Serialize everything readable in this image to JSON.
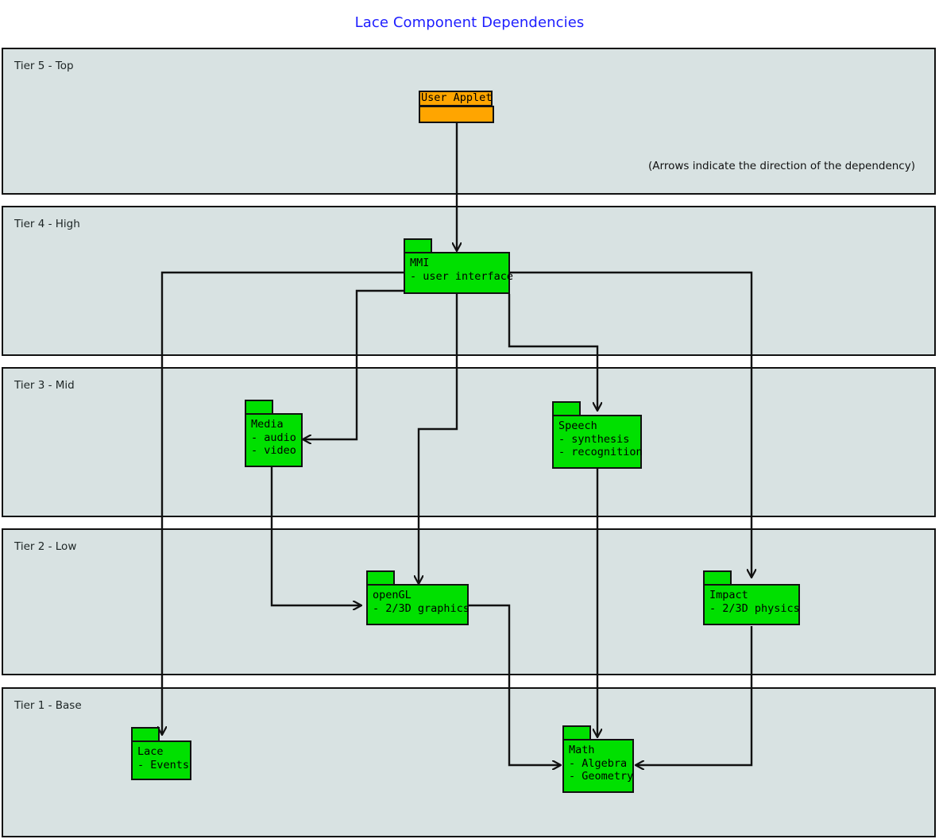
{
  "diagram": {
    "title": "Lace Component Dependencies",
    "title_color": "#1d1dff",
    "note": "(Arrows indicate the direction of the dependency)",
    "background": "#ffffff",
    "tier_fill": "#d8e2e2",
    "tier_stroke": "#111111",
    "package_fill": "#00e000",
    "applet_fill": "#ffa500",
    "wire_color": "#111111"
  },
  "tiers": [
    {
      "id": "tier5",
      "label": "Tier 5 - Top"
    },
    {
      "id": "tier4",
      "label": "Tier 4 - High"
    },
    {
      "id": "tier3",
      "label": "Tier 3 - Mid"
    },
    {
      "id": "tier2",
      "label": "Tier 2 - Low"
    },
    {
      "id": "tier1",
      "label": "Tier 1 - Base"
    }
  ],
  "nodes": {
    "user_applet": {
      "name": "User Applet",
      "tier": "Tier 5 - Top",
      "fill": "#ffa500",
      "lines": [
        "User Applet"
      ]
    },
    "mmi": {
      "name": "MMI",
      "tier": "Tier 4 - High",
      "fill": "#00e000",
      "lines": [
        "MMI",
        "- user interface"
      ],
      "line0": "MMI",
      "line1": "- user interface"
    },
    "media": {
      "name": "Media",
      "tier": "Tier 3 - Mid",
      "fill": "#00e000",
      "lines": [
        "Media",
        "- audio",
        "- video"
      ],
      "line0": "Media",
      "line1": "- audio",
      "line2": "- video"
    },
    "speech": {
      "name": "Speech",
      "tier": "Tier 3 - Mid",
      "fill": "#00e000",
      "lines": [
        "Speech",
        "- synthesis",
        "- recognition"
      ],
      "line0": "Speech",
      "line1": "- synthesis",
      "line2": "- recognition"
    },
    "opengl": {
      "name": "openGL",
      "tier": "Tier 2 - Low",
      "fill": "#00e000",
      "lines": [
        "openGL",
        "- 2/3D graphics"
      ],
      "line0": "openGL",
      "line1": "- 2/3D graphics"
    },
    "impact": {
      "name": "Impact",
      "tier": "Tier 2 - Low",
      "fill": "#00e000",
      "lines": [
        "Impact",
        "- 2/3D physics"
      ],
      "line0": "Impact",
      "line1": "- 2/3D physics"
    },
    "lace": {
      "name": "Lace",
      "tier": "Tier 1 - Base",
      "fill": "#00e000",
      "lines": [
        "Lace",
        "- Events"
      ],
      "line0": "Lace",
      "line1": "- Events"
    },
    "math": {
      "name": "Math",
      "tier": "Tier 1 - Base",
      "fill": "#00e000",
      "lines": [
        "Math",
        "- Algebra",
        "- Geometry"
      ],
      "line0": "Math",
      "line1": "- Algebra",
      "line2": "- Geometry"
    }
  },
  "edges": [
    {
      "id": "user-applet-to-mmi",
      "from": "User Applet",
      "to": "MMI"
    },
    {
      "id": "mmi-to-media",
      "from": "MMI",
      "to": "Media"
    },
    {
      "id": "mmi-to-speech",
      "from": "MMI",
      "to": "Speech"
    },
    {
      "id": "mmi-to-opengl",
      "from": "MMI",
      "to": "openGL"
    },
    {
      "id": "mmi-to-impact",
      "from": "MMI",
      "to": "Impact"
    },
    {
      "id": "mmi-to-lace",
      "from": "MMI",
      "to": "Lace"
    },
    {
      "id": "media-to-opengl",
      "from": "Media",
      "to": "openGL"
    },
    {
      "id": "speech-to-math",
      "from": "Speech",
      "to": "Math"
    },
    {
      "id": "opengl-to-math",
      "from": "openGL",
      "to": "Math"
    },
    {
      "id": "impact-to-math",
      "from": "Impact",
      "to": "Math"
    }
  ]
}
